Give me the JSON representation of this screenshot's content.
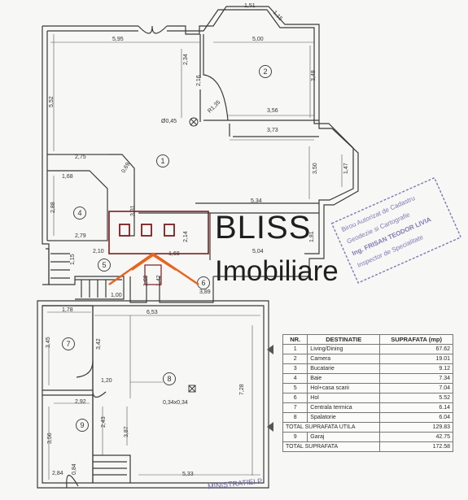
{
  "dimensions": {
    "top_1_51": "1,51",
    "top_1_15": "1,15",
    "d_5_95": "5,95",
    "d_5_00": "5,00",
    "d_2_34": "2,34",
    "d_2_16": "2,16",
    "d_3_48": "3,48",
    "d_5_52": "5,52",
    "d_r1_35": "R1,35",
    "d_3_56": "3,56",
    "d_phi045": "Ø0,45",
    "d_3_73": "3,73",
    "d_2_75": "2,75",
    "d_0_69": "0,69",
    "d_3_50": "3,50",
    "d_1_47": "1,47",
    "d_1_68a": "1,68",
    "d_2_88": "2,88",
    "d_3_31": "3,31",
    "d_5_34": "5,34",
    "d_2_79": "2,79",
    "d_1_81": "1,81",
    "d_2_14": "2,14",
    "d_2_10": "2,10",
    "d_1_15": "1,15",
    "d_1_68b": "1,68",
    "d_5_04": "5,04",
    "d_1_69": "1,69",
    "d_1_42": "1,42",
    "d_1_00": "1,00",
    "d_3_89": "3,89",
    "d_1_78": "1,78",
    "d_6_53": "6,53",
    "d_3_45": "3,45",
    "d_3_42": "3,42",
    "d_1_20": "1,20",
    "d_7_28": "7,28",
    "d_034x034": "0,34x0,34",
    "d_2_92": "2,92",
    "d_2_43": "2,43",
    "d_3_87": "3,87",
    "d_3_56b": "3,56",
    "d_0_84": "0,84",
    "d_2_84": "2,84",
    "d_5_33": "5,33"
  },
  "rooms": [
    "1",
    "2",
    "4",
    "5",
    "6",
    "7",
    "8",
    "9"
  ],
  "logo": {
    "line1": "BLISS",
    "line2": "Imobiliare",
    "color_dark": "#1f1f1f",
    "color_accent": "#e8641e",
    "color_frame": "#7a1f1f"
  },
  "stamp": {
    "line1": "Birou Autorizat de Cadastru",
    "line2": "Geodezie si Cartografie",
    "line3": "Ing. FRISAN TEODOR LIVIA",
    "line4": "Inspector de Specialitate",
    "bottom": "MINISTRATIEI P",
    "color": "#6a64a8"
  },
  "table": {
    "headers": {
      "nr": "NR.",
      "destination": "DESTINATIE",
      "area": "SUPRAFATA (mp)"
    },
    "rows": [
      {
        "nr": "1",
        "name": "Living/Dining",
        "area": "67.62"
      },
      {
        "nr": "2",
        "name": "Camera",
        "area": "19.01"
      },
      {
        "nr": "3",
        "name": "Bucatarie",
        "area": "9.12"
      },
      {
        "nr": "4",
        "name": "Baie",
        "area": "7.34"
      },
      {
        "nr": "5",
        "name": "Hol+casa scarii",
        "area": "7.04"
      },
      {
        "nr": "6",
        "name": "Hol",
        "area": "5.52"
      },
      {
        "nr": "7",
        "name": "Centrala termica",
        "area": "6.14"
      },
      {
        "nr": "8",
        "name": "Spalatorie",
        "area": "6.04"
      }
    ],
    "total_useful_label": "TOTAL SUPRAFATA UTILA",
    "total_useful": "129.83",
    "garage_nr": "9",
    "garage_name": "Garaj",
    "garage_area": "42.75",
    "total_label": "TOTAL SUPRAFATA",
    "total": "172.58"
  }
}
